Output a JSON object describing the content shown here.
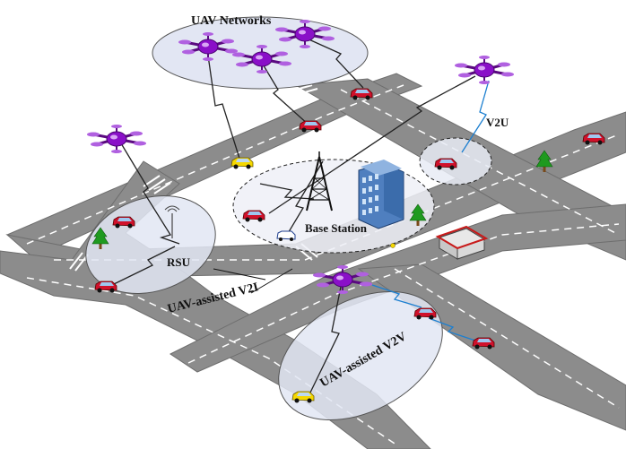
{
  "diagram": {
    "labels": {
      "uav_networks": "UAV Networks",
      "v2u": "V2U",
      "base_station": "Base Station",
      "rsu": "RSU",
      "uav_assisted_v2i": "UAV-assisted V2I",
      "uav_assisted_v2v": "UAV-assisted V2V"
    },
    "colors": {
      "road": "#8c8c8c",
      "road_edge": "#6e6e6e",
      "lane": "#ffffff",
      "uav": "#8a10c8",
      "uav_dark": "#5a0a80",
      "zone_fill": "#e2e6f3",
      "car_red": "#d0112b",
      "car_yellow": "#f5d800",
      "tree": "#1f9a1f",
      "building": "#4f7fbf"
    },
    "icons": [
      "drone-icon",
      "car-icon",
      "tower-icon",
      "building-icon",
      "tree-icon",
      "shop-icon",
      "lightning-link-icon"
    ]
  }
}
